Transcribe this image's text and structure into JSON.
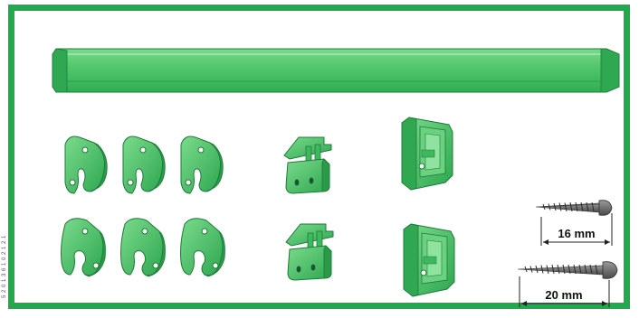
{
  "side_code": "5 2 0 1 3 6 1 0 2 1 2 1",
  "screws": [
    {
      "label": "16 mm"
    },
    {
      "label": "20 mm"
    }
  ],
  "colors": {
    "border": "#1faa4b",
    "part_fill": "#4cc96a",
    "part_dark": "#27994a",
    "part_light": "#8fe39f",
    "screw": "#6d6d6d"
  }
}
